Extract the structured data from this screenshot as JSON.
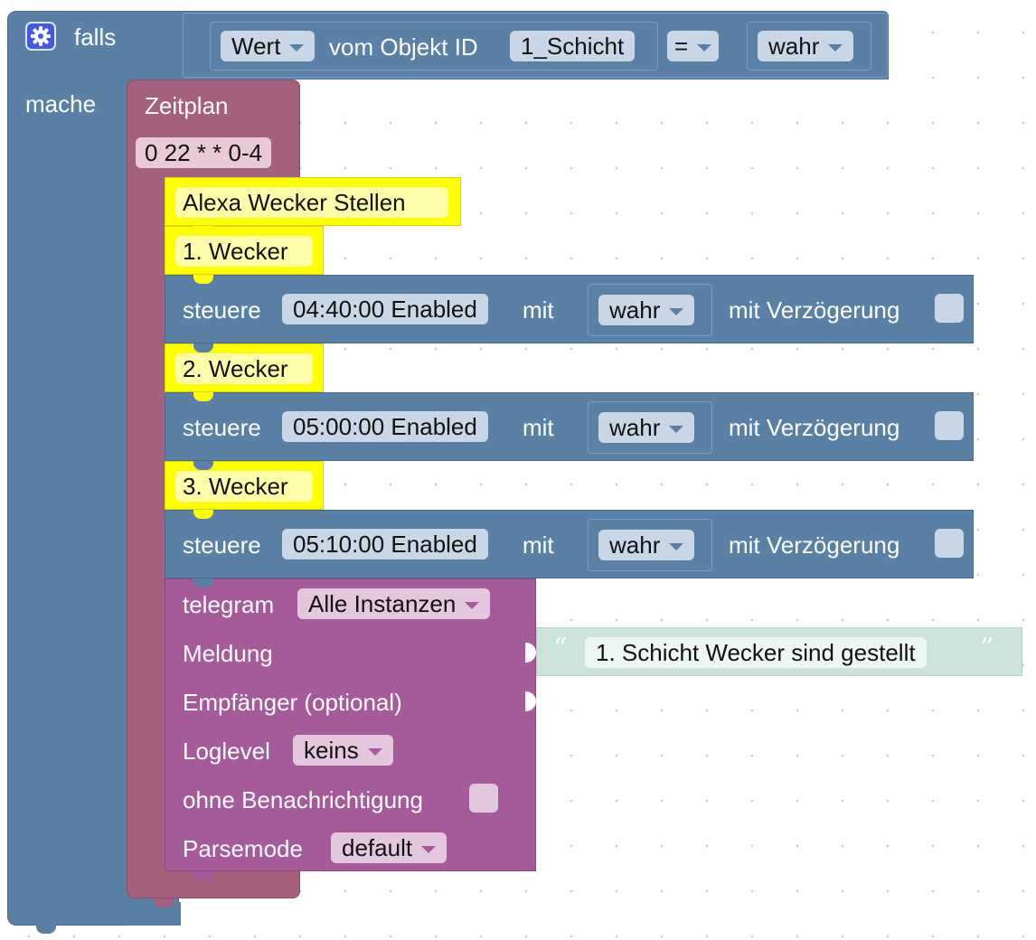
{
  "if_block": {
    "keyword_if": "falls",
    "keyword_do": "mache",
    "gear_icon": "gear-icon",
    "color": "#5b80a5",
    "condition": {
      "value_dropdown": "Wert",
      "from_object_label": "vom Objekt ID",
      "object_id": "1_Schicht",
      "operator": "=",
      "compare_value": "wahr"
    }
  },
  "schedule": {
    "label": "Zeitplan",
    "cron": "0 22 * * 0-4",
    "color": "#a5607e"
  },
  "comments": {
    "title": "Alexa Wecker Stellen",
    "alarm1": "1. Wecker",
    "alarm2": "2. Wecker",
    "alarm3": "3. Wecker",
    "color": "#ffff00"
  },
  "controls": [
    {
      "label": "steuere",
      "target": "04:40:00 Enabled",
      "with_label": "mit",
      "value": "wahr",
      "delay_label": "mit Verzögerung"
    },
    {
      "label": "steuere",
      "target": "05:00:00 Enabled",
      "with_label": "mit",
      "value": "wahr",
      "delay_label": "mit Verzögerung"
    },
    {
      "label": "steuere",
      "target": "05:10:00 Enabled",
      "with_label": "mit",
      "value": "wahr",
      "delay_label": "mit Verzögerung"
    }
  ],
  "telegram": {
    "label": "telegram",
    "instance": "Alle Instanzen",
    "message_label": "Meldung",
    "message_text": "1. Schicht Wecker sind gestellt",
    "recipient_label": "Empfänger (optional)",
    "loglevel_label": "Loglevel",
    "loglevel_value": "keins",
    "silent_label": "ohne Benachrichtigung",
    "parsemode_label": "Parsemode",
    "parsemode_value": "default",
    "color": "#a55b99",
    "string_color": "#cbe3d8"
  }
}
